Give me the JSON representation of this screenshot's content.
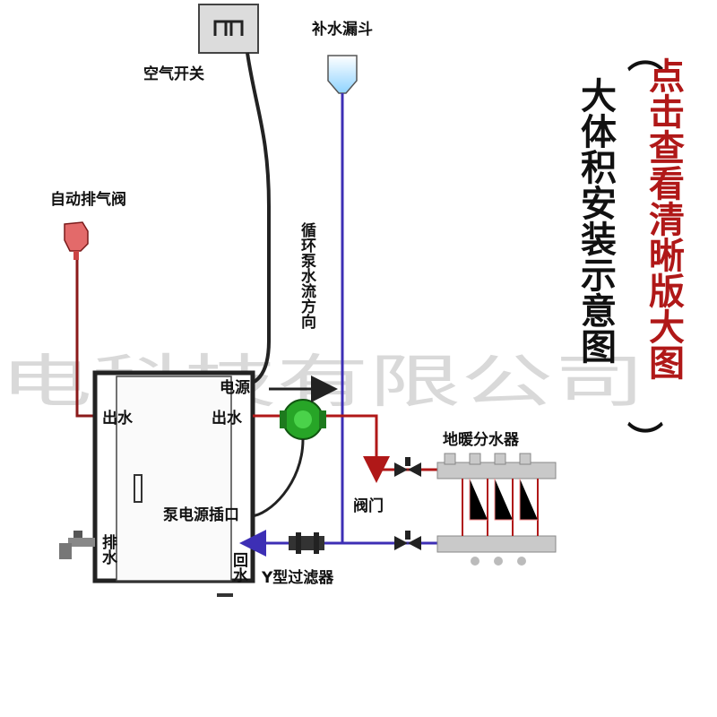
{
  "labels": {
    "air_switch": "空气开关",
    "funnel": "补水漏斗",
    "auto_vent": "自动排气阀",
    "outlet_left": "出水",
    "outlet_right": "出水",
    "pump_power": "泵电源插口",
    "valve": "阀门",
    "manifold": "地暖分水器",
    "y_filter": "Y型过滤器",
    "drain": "排水",
    "return": "回水",
    "power_source": "电源",
    "pump_flow": "循环泵水流方向"
  },
  "title": "大体积安装示意图",
  "side_note": "点击查看清晰版大图",
  "paren_open": "（",
  "paren_close": "）",
  "watermark": "电科技有限公司",
  "colors": {
    "hot_pipe": "#b01818",
    "return_pipe": "#3d2fb5",
    "cable": "#222222",
    "pump": "#27a527",
    "manifold": "#c9c9c9",
    "title_red": "#b01818"
  }
}
